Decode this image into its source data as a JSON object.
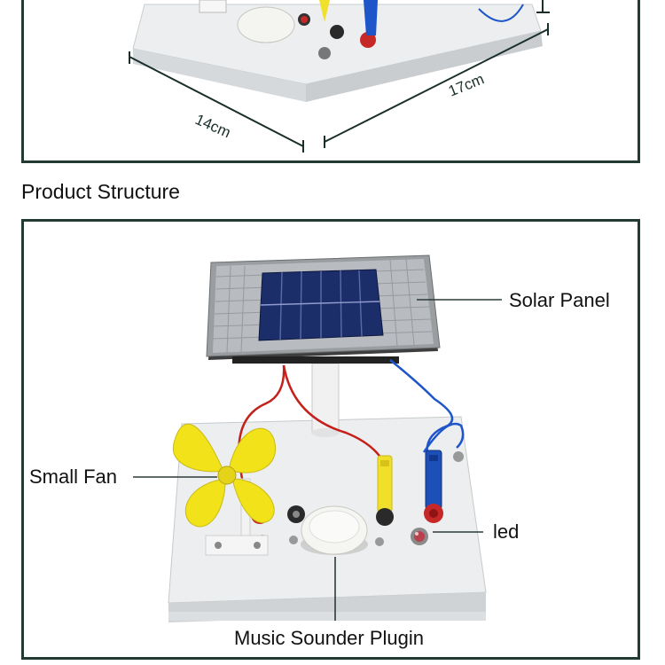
{
  "top_photo": {
    "dimension_width": "14cm",
    "dimension_length": "17cm"
  },
  "section": {
    "title": "Product Structure"
  },
  "callouts": {
    "solar_panel": "Solar Panel",
    "small_fan": "Small Fan",
    "led": "led",
    "music_sounder": "Music Sounder Plugin"
  },
  "colors": {
    "frame": "#233a33",
    "base": "#e8eaec",
    "fan": "#f2e21a",
    "red_wire": "#c4211b",
    "blue_wire": "#1e55c8",
    "blue_clip": "#1c4fb8",
    "solar_cell": "#1c2e6a"
  }
}
